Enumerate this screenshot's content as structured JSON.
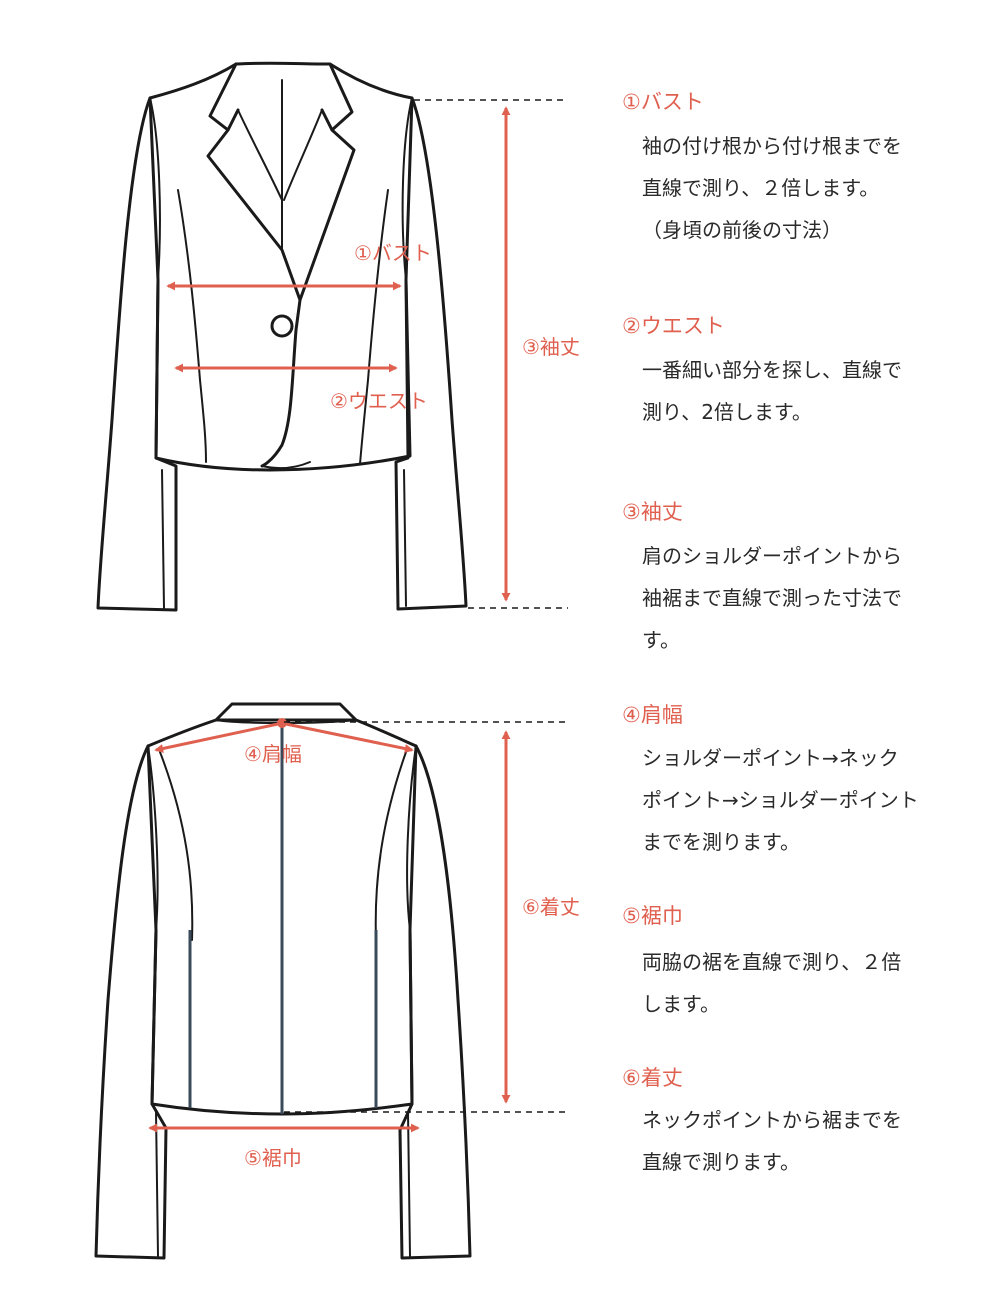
{
  "front": {
    "labels": {
      "bust": "①バスト",
      "waist": "②ウエスト",
      "sleeve": "③袖丈"
    }
  },
  "back": {
    "labels": {
      "shoulder": "④肩幅",
      "length": "⑥着丈",
      "hem": "⑤裾巾"
    }
  },
  "descriptions": [
    {
      "title": "①バスト",
      "lines": [
        "袖の付け根から付け根までを",
        "直線で測り、２倍します。",
        "（身頃の前後の寸法）"
      ]
    },
    {
      "title": "②ウエスト",
      "lines": [
        "一番細い部分を探し、直線で",
        "測り、2倍します。"
      ]
    },
    {
      "title": "③袖丈",
      "lines": [
        "肩のショルダーポイントから",
        "袖裾まで直線で測った寸法で",
        "す。"
      ]
    },
    {
      "title": "④肩幅",
      "lines": [
        "ショルダーポイント→ネック",
        "ポイント→ショルダーポイント",
        "までを測ります。"
      ]
    },
    {
      "title": "⑤裾巾",
      "lines": [
        "両脇の裾を直線で測り、２倍",
        "します。"
      ]
    },
    {
      "title": "⑥着丈",
      "lines": [
        "ネックポイントから裾までを",
        "直線で測ります。"
      ]
    }
  ],
  "colors": {
    "accent": "#e06050",
    "outline": "#1a1a1a",
    "seam": "#3a4a5a"
  }
}
